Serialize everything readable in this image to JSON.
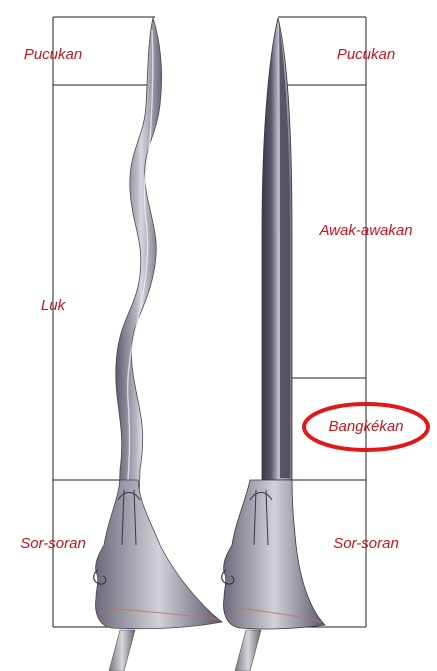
{
  "labels": {
    "left": {
      "pucukan": "Pucukan",
      "luk": "Luk",
      "sor_soran": "Sor-soran"
    },
    "right": {
      "pucukan": "Pucukan",
      "awak_awakan": "Awak-awakan",
      "bangkekan": "Bangkékan",
      "sor_soran": "Sor-soran"
    }
  },
  "colors": {
    "label_text": "#c8141e",
    "highlight_ellipse": "#e01818",
    "guide_lines": "#222222",
    "blade_steel": "#8a8696",
    "blade_dark_pamor": "#4a4658"
  },
  "icons": {
    "left_blade": "wavy-keris-blade",
    "right_blade": "straight-keris-blade"
  }
}
